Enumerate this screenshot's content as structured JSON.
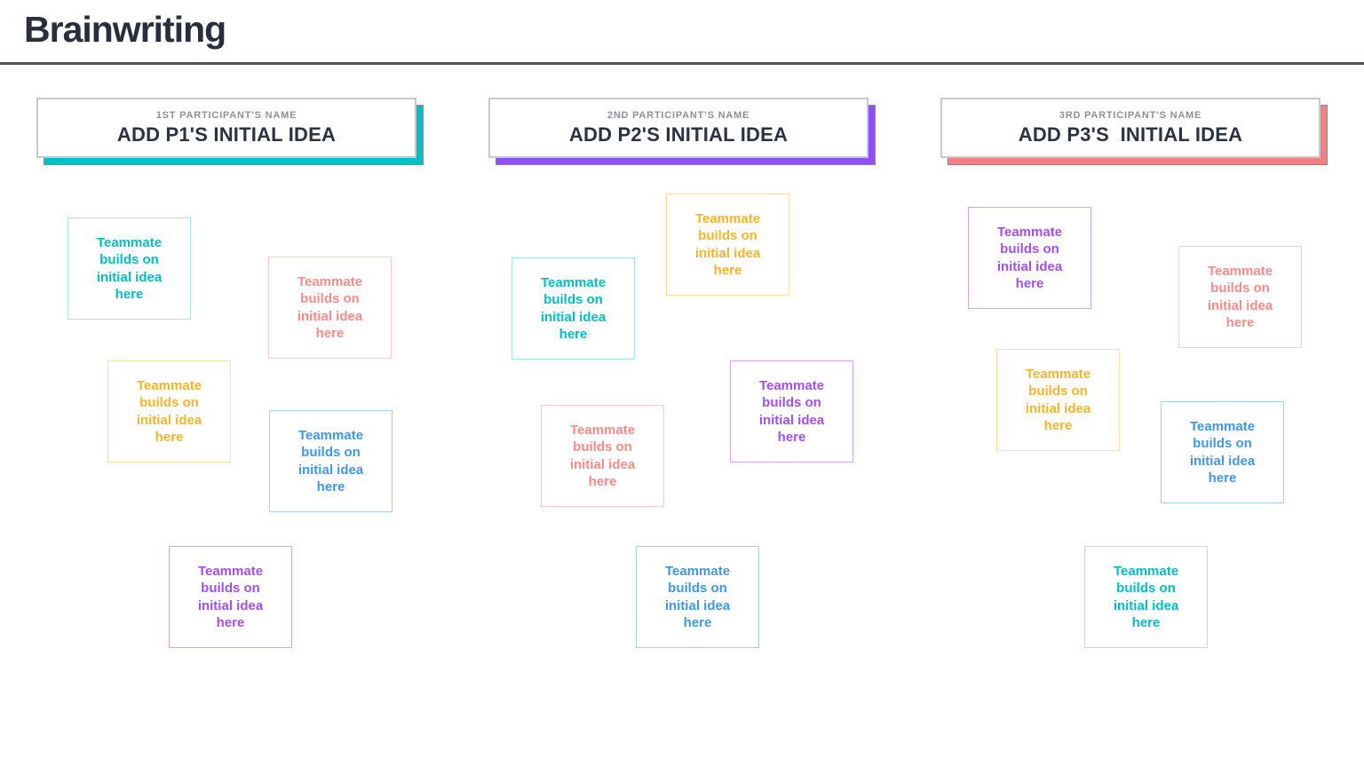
{
  "title": "Brainwriting",
  "note_text": "Teammate builds on initial idea here",
  "colors": {
    "teal": "#00BEC6",
    "teal_light": "#A5E7EA",
    "teal_shadow": "#00BFC7",
    "salmon": "#F98A8A",
    "salmon_light": "#FACACA",
    "salmon_shadow": "#F57F82",
    "yellow": "#F7B32A",
    "yellow_light": "#FBDFA2",
    "blue": "#4097E8",
    "blue_light": "#A8CDF1",
    "purple": "#A34FF0",
    "purple_light": "#D2A2F6",
    "purple_shadow": "#8E51F8",
    "title_text": "#272F3C",
    "heading_text": "#2A3342",
    "subtitle_text": "#8B919B",
    "divider": "#4D535C"
  },
  "columns": [
    {
      "subtitle": "1ST PARTICIPANT'S NAME",
      "heading": "ADD P1'S INITIAL IDEA",
      "accent": "teal",
      "note_colors": [
        "teal",
        "salmon",
        "yellow",
        "blue",
        "purple"
      ]
    },
    {
      "subtitle": "2ND PARTICIPANT'S NAME",
      "heading": "ADD P2'S INITIAL IDEA",
      "accent": "purple",
      "note_colors": [
        "yellow",
        "teal",
        "purple",
        "salmon",
        "blue"
      ]
    },
    {
      "subtitle": "3RD PARTICIPANT'S NAME",
      "heading": "ADD P3'S  INITIAL IDEA",
      "accent": "salmon",
      "note_colors": [
        "purple",
        "salmon",
        "yellow",
        "blue",
        "teal"
      ]
    }
  ]
}
